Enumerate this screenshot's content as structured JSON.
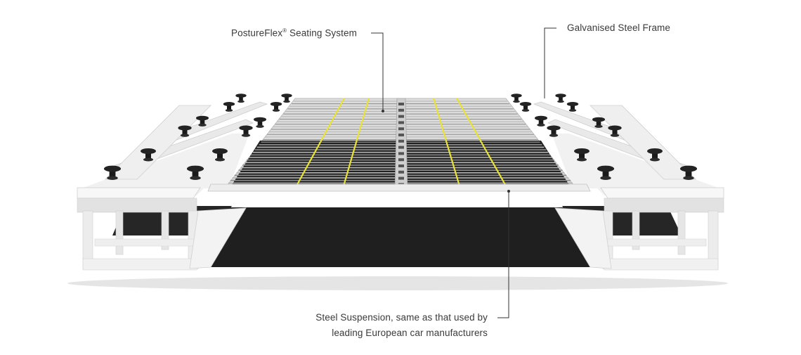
{
  "callouts": {
    "seating_system": {
      "name": "PostureFlex",
      "mark": "®",
      "suffix": " Seating System"
    },
    "steel_frame": {
      "label": "Galvanised Steel Frame"
    },
    "steel_suspension": {
      "line1": "Steel Suspension, same as that used by",
      "line2": "leading European car manufacturers"
    }
  },
  "colors": {
    "frame": "#ffffff",
    "frame_shadow": "#d9d9d9",
    "mat": "#1e1e1e",
    "slats": "#9a9a9a",
    "accent": "#e8e23a",
    "leader": "#333333"
  },
  "icons": [
    "rubber-mount-icon"
  ]
}
